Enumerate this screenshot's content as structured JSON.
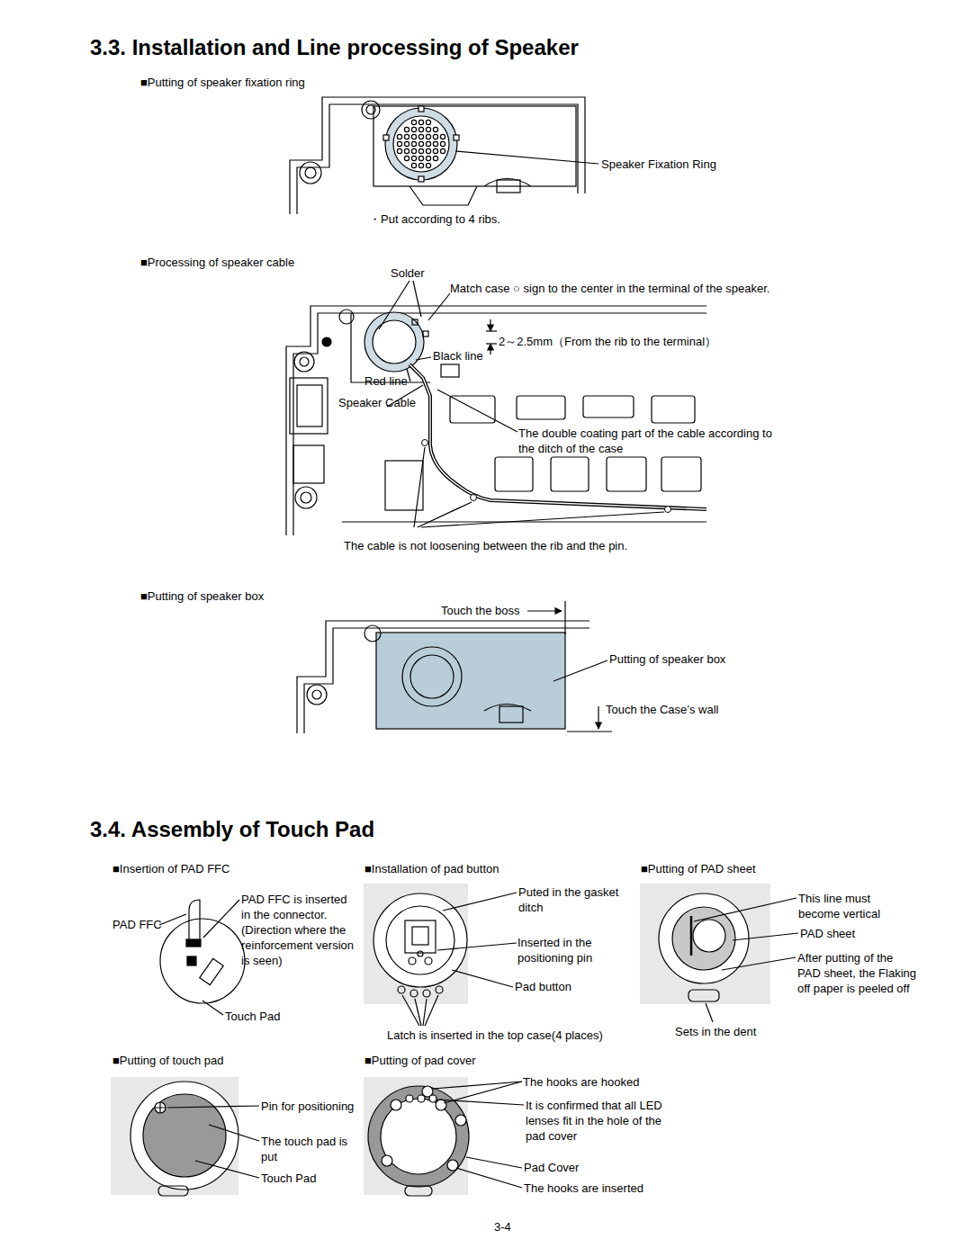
{
  "diagram": {
    "title": "3.3. Installation and Line processing of Speaker",
    "labels": [
      "■Putting of speaker fixation ring",
      "Speaker Fixation Ring",
      "・Put according to 4 ribs.",
      "■Processing of speaker cable",
      "Solder",
      "Match case ○ sign to the center in the terminal of the speaker.",
      "2～2.5mm（From the rib to the terminal）",
      "Black line",
      "Red line",
      "Speaker Cable",
      "The double coating part of the cable according to the ditch of the case",
      "The cable is not loosening between the rib and the pin.",
      "■Putting of speaker box",
      "Touch the boss",
      "Putting of speaker box",
      "Touch the Case’s wall",
      "3.4. Assembly of Touch Pad",
      "■Insertion of PAD FFC",
      "PAD FFC",
      "PAD FFC is inserted in the connector. (Direction where the reinforcement version is seen)",
      "Touch Pad",
      "■Installation of pad button",
      "Puted in the gasket ditch",
      "Inserted in the positioning pin",
      "Pad button",
      "Latch is inserted in the top case(4 places)",
      "■Putting of PAD sheet",
      "This line must become vertical",
      "PAD sheet",
      "After putting of the PAD sheet, the Flaking off paper is peeled off",
      "Sets in the dent",
      "■Putting of touch pad",
      "Pin for positioning",
      "The touch pad is put",
      "Touch Pad",
      "■Putting of pad cover",
      "The hooks are hooked",
      "It is confirmed that all LED lenses fit in the hole of the pad cover",
      "Pad Cover",
      "The hooks are inserted",
      "3-4"
    ]
  }
}
